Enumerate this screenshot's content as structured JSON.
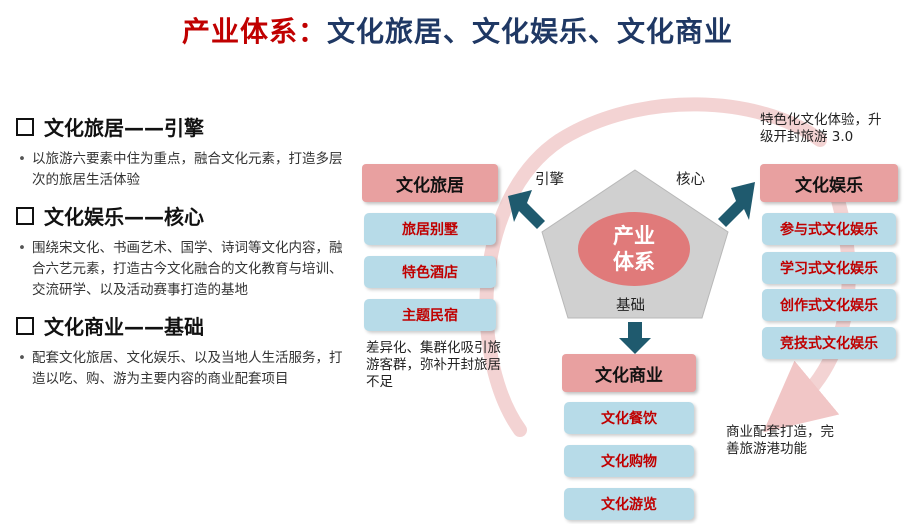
{
  "title": {
    "part1": "产业体系：",
    "part2": "文化旅居、文化娱乐、文化商业"
  },
  "left_sections": [
    {
      "heading": "文化旅居——引擎",
      "text": "以旅游六要素中住为重点，融合文化元素，打造多层次的旅居生活体验"
    },
    {
      "heading": "文化娱乐——核心",
      "text": "围绕宋文化、书画艺术、国学、诗词等文化内容，融合六艺元素，打造古今文化融合的文化教育与培训、交流研学、以及活动赛事打造的基地"
    },
    {
      "heading": "文化商业——基础",
      "text": "配套文化旅居、文化娱乐、以及当地人生活服务，打造以吃、购、游为主要内容的商业配套项目"
    }
  ],
  "diagram": {
    "core": "产业体系",
    "link_labels": {
      "engine": "引擎",
      "core": "核心",
      "base": "基础"
    },
    "lodging": {
      "header": "文化旅居",
      "items": [
        "旅居别墅",
        "特色酒店",
        "主题民宿"
      ],
      "note": "差异化、集群化吸引旅游客群，弥补开封旅居不足"
    },
    "entertainment": {
      "header": "文化娱乐",
      "items": [
        "参与式文化娱乐",
        "学习式文化娱乐",
        "创作式文化娱乐",
        "竞技式文化娱乐"
      ],
      "note": "特色化文化体验，升级开封旅游 3.0"
    },
    "commerce": {
      "header": "文化商业",
      "items": [
        "文化餐饮",
        "文化购物",
        "文化游览"
      ],
      "note": "商业配套打造，完善旅游港功能"
    }
  },
  "colors": {
    "title_red": "#c00000",
    "title_blue": "#1f3864",
    "header_fill": "#e8a0a0",
    "item_fill": "#b7dbe8",
    "arrow": "#1f5a6e",
    "ring": "#f3d3d3"
  }
}
